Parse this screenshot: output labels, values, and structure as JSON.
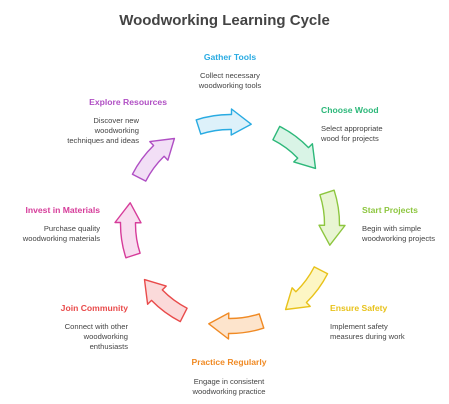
{
  "title": "Woodworking Learning Cycle",
  "steps": [
    {
      "title": "Gather Tools",
      "desc": [
        "Collect necessary",
        "woodworking tools"
      ],
      "color": "#29ABE2",
      "fill": "#DDF1FA"
    },
    {
      "title": "Choose Wood",
      "desc": [
        "Select appropriate",
        "wood for projects"
      ],
      "color": "#2DB87A",
      "fill": "#D9F4E6"
    },
    {
      "title": "Start Projects",
      "desc": [
        "Begin with simple",
        "woodworking projects"
      ],
      "color": "#8DC63F",
      "fill": "#E8F5D3"
    },
    {
      "title": "Ensure Safety",
      "desc": [
        "Implement safety",
        "measures during work"
      ],
      "color": "#E8C21A",
      "fill": "#FDF6C4"
    },
    {
      "title": "Practice Regularly",
      "desc": [
        "Engage in consistent",
        "woodworking practice"
      ],
      "color": "#F08A24",
      "fill": "#FDE4CC"
    },
    {
      "title": "Join Community",
      "desc": [
        "Connect with other",
        "woodworking",
        "enthusiasts"
      ],
      "color": "#E94B4B",
      "fill": "#FBDADA"
    },
    {
      "title": "Invest in Materials",
      "desc": [
        "Purchase quality",
        "woodworking materials"
      ],
      "color": "#D63C9A",
      "fill": "#F8DDEF"
    },
    {
      "title": "Explore Resources",
      "desc": [
        "Discover new",
        "woodworking",
        "techniques and ideas"
      ],
      "color": "#B04FC4",
      "fill": "#F2DFF6"
    }
  ]
}
